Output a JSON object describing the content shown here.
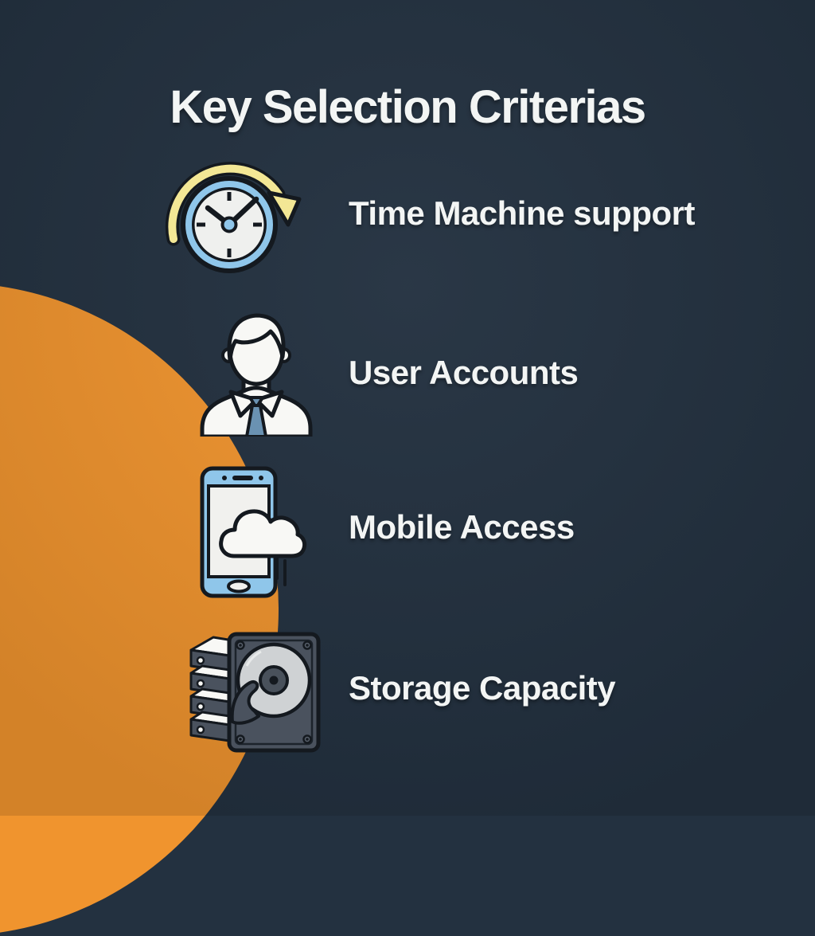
{
  "title": "Key Selection Criterias",
  "colors": {
    "background": "#233140",
    "circle": "#F0942E",
    "blue": "#8FC6EA",
    "yellow": "#F3E795",
    "tie": "#6A92B2",
    "white": "#F8F8F5",
    "screen": "#F1F1EE",
    "face": "#EFF0EE",
    "dark_outline": "#14191F",
    "drive_body": "#4A525E",
    "platter": "#CFD2D4",
    "text": "#F3F5F4"
  },
  "items": [
    {
      "icon": "time-machine-clock-icon",
      "label": "Time Machine support"
    },
    {
      "icon": "user-avatar-icon",
      "label": "User Accounts"
    },
    {
      "icon": "mobile-cloud-icon",
      "label": "Mobile Access"
    },
    {
      "icon": "storage-drive-icon",
      "label": "Storage Capacity"
    }
  ]
}
